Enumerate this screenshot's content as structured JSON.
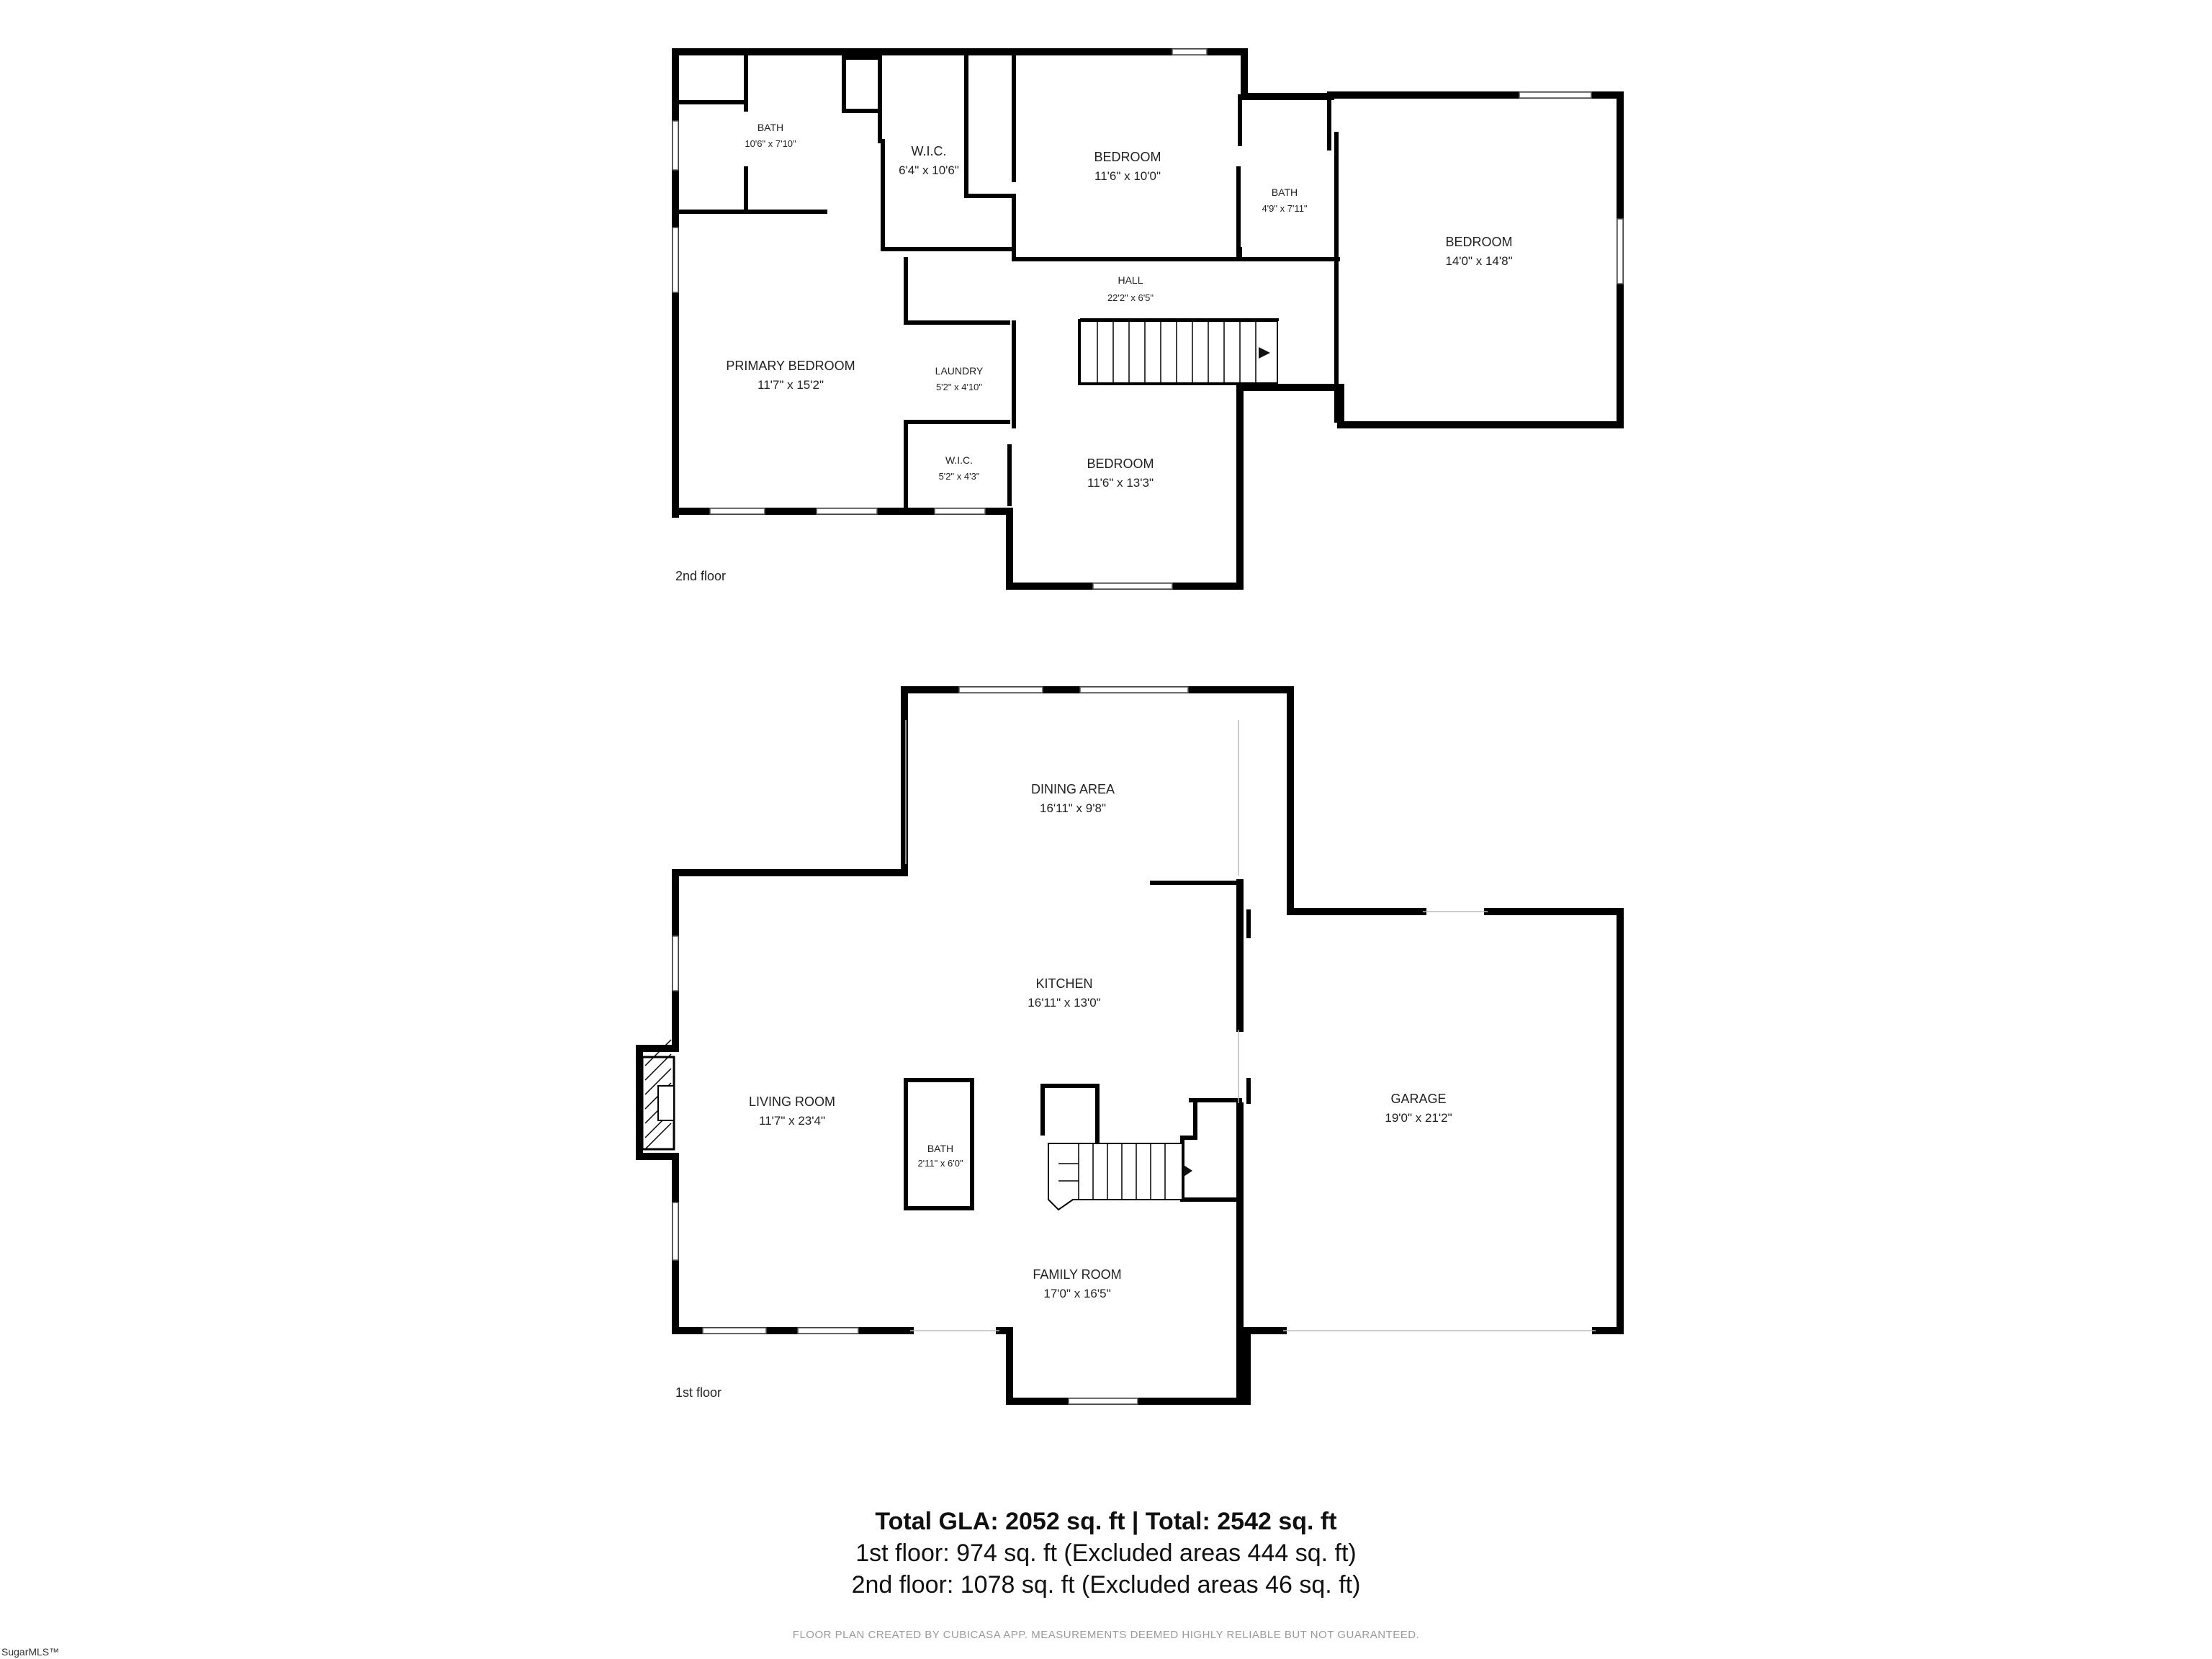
{
  "floors": {
    "second": {
      "label": "2nd floor",
      "rooms": {
        "bath_primary": {
          "name": "BATH",
          "dims": "10'6\" x 7'10\""
        },
        "wic_primary": {
          "name": "W.I.C.",
          "dims": "6'4\" x 10'6\""
        },
        "bedroom_top": {
          "name": "BEDROOM",
          "dims": "11'6\" x 10'0\""
        },
        "bath_small": {
          "name": "BATH",
          "dims": "4'9\" x 7'11\""
        },
        "bedroom_right": {
          "name": "BEDROOM",
          "dims": "14'0\" x 14'8\""
        },
        "hall": {
          "name": "HALL",
          "dims": "22'2\" x 6'5\""
        },
        "primary_bedroom": {
          "name": "PRIMARY BEDROOM",
          "dims": "11'7\" x 15'2\""
        },
        "laundry": {
          "name": "LAUNDRY",
          "dims": "5'2\" x 4'10\""
        },
        "wic_small": {
          "name": "W.I.C.",
          "dims": "5'2\" x 4'3\""
        },
        "bedroom_bottom": {
          "name": "BEDROOM",
          "dims": "11'6\" x 13'3\""
        }
      }
    },
    "first": {
      "label": "1st floor",
      "rooms": {
        "dining": {
          "name": "DINING AREA",
          "dims": "16'11\" x 9'8\""
        },
        "kitchen": {
          "name": "KITCHEN",
          "dims": "16'11\" x 13'0\""
        },
        "living": {
          "name": "LIVING ROOM",
          "dims": "11'7\" x 23'4\""
        },
        "bath": {
          "name": "BATH",
          "dims": "2'11\" x 6'0\""
        },
        "garage": {
          "name": "GARAGE",
          "dims": "19'0\" x 21'2\""
        },
        "family": {
          "name": "FAMILY ROOM",
          "dims": "17'0\" x 16'5\""
        }
      }
    }
  },
  "summary": {
    "total": "Total GLA: 2052 sq. ft | Total: 2542 sq. ft",
    "first_floor": "1st floor: 974 sq. ft (Excluded areas 444 sq. ft)",
    "second_floor": "2nd floor: 1078 sq. ft (Excluded areas 46 sq. ft)",
    "disclaimer": "FLOOR PLAN CREATED BY CUBICASA APP. MEASUREMENTS DEEMED HIGHLY RELIABLE BUT NOT GUARANTEED."
  },
  "logo": {
    "text": "SugarMLS™"
  }
}
